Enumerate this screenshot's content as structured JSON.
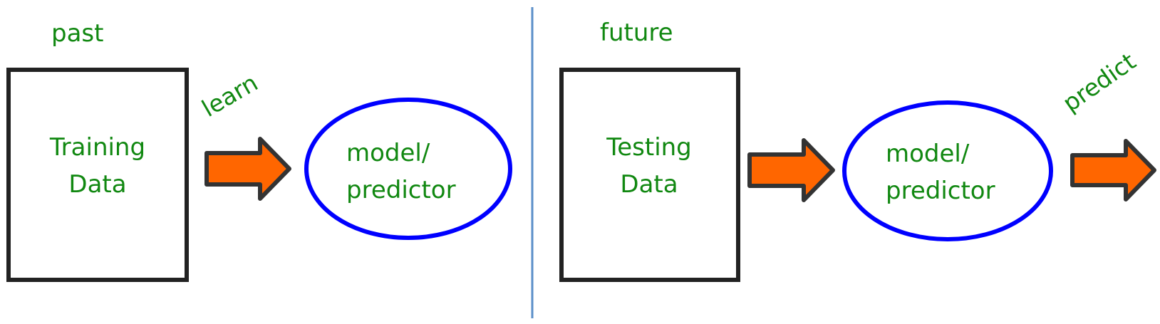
{
  "colors": {
    "label_text": "#118811",
    "box_stroke": "#222222",
    "ellipse_stroke": "#0000ff",
    "arrow_fill": "#ff6600",
    "arrow_stroke": "#333333",
    "divider": "#5b8fc9"
  },
  "left_panel": {
    "heading": "past",
    "box_label_line1": "Training",
    "box_label_line2": "Data",
    "arrow_label": "learn",
    "model_line1": "model/",
    "model_line2": "predictor"
  },
  "right_panel": {
    "heading": "future",
    "box_label_line1": "Testing",
    "box_label_line2": "Data",
    "model_line1": "model/",
    "model_line2": "predictor",
    "output_arrow_label": "predict"
  }
}
